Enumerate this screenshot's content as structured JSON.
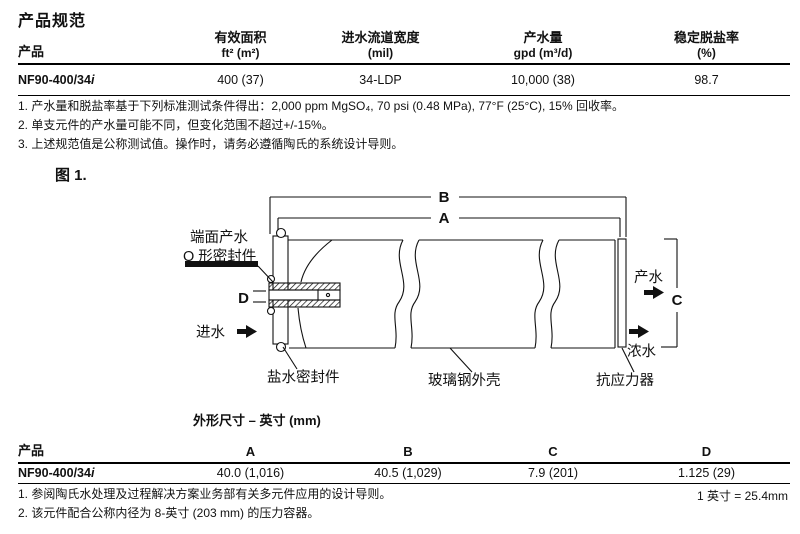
{
  "page": {
    "title": "产品规范",
    "dims_title": "外形尺寸 – 英寸 (mm)",
    "inch_note": "1 英寸 = 25.4mm"
  },
  "spec_table": {
    "product_header": "产品",
    "columns": [
      {
        "name": "有效面积",
        "unit": "ft² (m²)"
      },
      {
        "name": "进水流道宽度",
        "unit": "(mil)"
      },
      {
        "name": "产水量",
        "unit": "gpd (m³/d)"
      },
      {
        "name": "稳定脱盐率",
        "unit": "(%)"
      }
    ],
    "row": {
      "product_base": "NF90-400/34",
      "product_suffix": "i",
      "values": [
        "400 (37)",
        "34-LDP",
        "10,000 (38)",
        "98.7"
      ]
    },
    "notes": [
      "1. 产水量和脱盐率基于下列标准测试条件得出：2,000 ppm MgSO₄, 70 psi (0.48 MPa), 77°F (25°C), 15% 回收率。",
      "2. 单支元件的产水量可能不同，但变化范围不超过+/-15%。",
      "3. 上述规范值是公称测试值。操作时，请务必遵循陶氏的系统设计导则。"
    ]
  },
  "figure": {
    "caption": "图 1.",
    "dim_a": "A",
    "dim_b": "B",
    "dim_c": "C",
    "dim_d": "D",
    "oring_label_line1": "端面产水",
    "oring_label_line2": "O 形密封件",
    "feed_label": "进水",
    "brine_seal_label": "盐水密封件",
    "shell_label": "玻璃钢外壳",
    "atd_label": "抗应力器",
    "permeate_label": "产水",
    "concentrate_label": "浓水"
  },
  "dims_table": {
    "product_header": "产品",
    "columns": [
      "A",
      "B",
      "C",
      "D"
    ],
    "row": {
      "product_base": "NF90-400/34",
      "product_suffix": "i",
      "values": [
        "40.0 (1,016)",
        "40.5 (1,029)",
        "7.9 (201)",
        "1.125 (29)"
      ]
    }
  },
  "footer_notes": [
    "1. 参阅陶氏水处理及过程解决方案业务部有关多元件应用的设计导则。",
    "2. 该元件配合公称内径为 8-英寸 (203 mm) 的压力容器。"
  ]
}
